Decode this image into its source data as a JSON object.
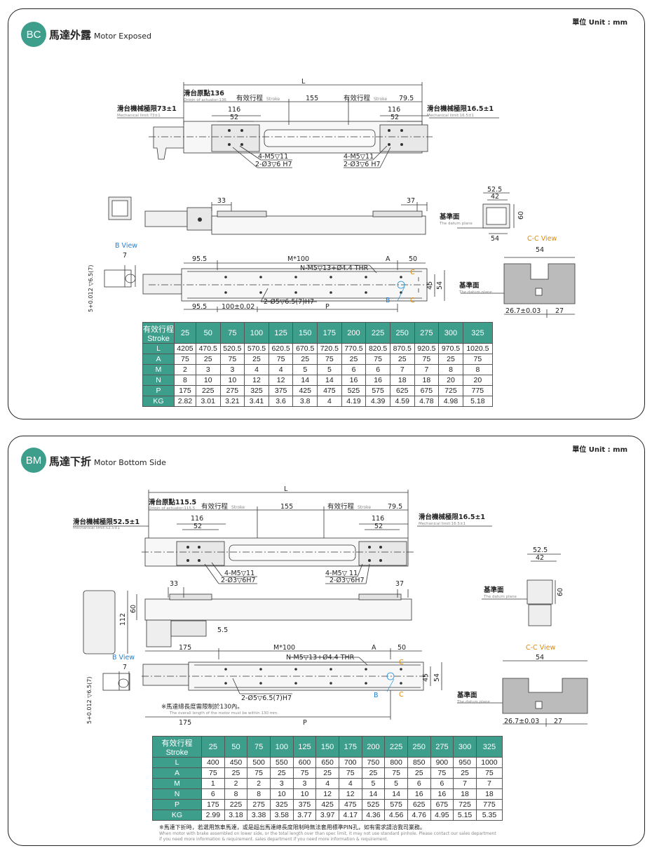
{
  "bc": {
    "badge": "BC",
    "title_zh": "馬達外露",
    "title_en": "Motor Exposed",
    "unit": "單位 Unit : mm",
    "labels": {
      "L": "L",
      "origin": "滑台原點136",
      "origin_en": "Origin of actuator:136",
      "stroke1": "有效行程",
      "stroke_en": "Stroke",
      "d155": "155",
      "stroke2": "有效行程",
      "d79_5": "79.5",
      "mech_left": "滑台機械極限73±1",
      "mech_left_en": "Mechanical limit:73±1",
      "mech_right": "滑台機械極限16.5±1",
      "mech_right_en": "Mechanical limit:16.5±1",
      "d116a": "116",
      "d52a": "52",
      "d116b": "116",
      "d52b": "52",
      "m5a": "4-M5▽11",
      "pina": "2-Ø3▽6 H7",
      "m5b": "4-M5▽11",
      "pinb": "2-Ø3▽6 H7",
      "d33": "33",
      "d37": "37",
      "d52_5": "52.5",
      "d42": "42",
      "d60": "60",
      "d54": "54",
      "datum": "基準面",
      "datum_en": "The datum plane",
      "bview": "B View",
      "d7": "7",
      "tol": "5+0.012 ▽6.5(7)",
      "d95_5a": "95.5",
      "m100": "M*100",
      "A": "A",
      "d50": "50",
      "nm5": "N-M5▽13+Ø4.4 THR",
      "C1": "C",
      "C2": "C",
      "B": "B",
      "d45": "45",
      "d54b": "54",
      "pin2": "2-Ø5▽6.5(7)H7",
      "d95_5b": "95.5",
      "d100": "100±0.02",
      "P": "P",
      "ccview": "C-C View",
      "cc54": "54",
      "datum2": "基準面",
      "datum2_en": "The datum plane",
      "d26_7": "26.7±0.03",
      "d27": "27"
    },
    "table": {
      "header_zh": "有效行程",
      "header_en": "Stroke",
      "strokes": [
        "25",
        "50",
        "75",
        "100",
        "125",
        "150",
        "175",
        "200",
        "225",
        "250",
        "275",
        "300",
        "325"
      ],
      "rows": [
        {
          "name": "L",
          "values": [
            "4205",
            "470.5",
            "520.5",
            "570.5",
            "620.5",
            "670.5",
            "720.5",
            "770.5",
            "820.5",
            "870.5",
            "920.5",
            "970.5",
            "1020.5"
          ]
        },
        {
          "name": "A",
          "values": [
            "75",
            "25",
            "75",
            "25",
            "75",
            "25",
            "75",
            "25",
            "75",
            "25",
            "75",
            "25",
            "75"
          ]
        },
        {
          "name": "M",
          "values": [
            "2",
            "3",
            "3",
            "4",
            "4",
            "5",
            "5",
            "6",
            "6",
            "7",
            "7",
            "8",
            "8"
          ]
        },
        {
          "name": "N",
          "values": [
            "8",
            "10",
            "10",
            "12",
            "12",
            "14",
            "14",
            "16",
            "16",
            "18",
            "18",
            "20",
            "20"
          ]
        },
        {
          "name": "P",
          "values": [
            "175",
            "225",
            "275",
            "325",
            "375",
            "425",
            "475",
            "525",
            "575",
            "625",
            "675",
            "725",
            "775"
          ]
        },
        {
          "name": "KG",
          "values": [
            "2.82",
            "3.01",
            "3.21",
            "3.41",
            "3.6",
            "3.8",
            "4",
            "4.19",
            "4.39",
            "4.59",
            "4.78",
            "4.98",
            "5.18"
          ]
        }
      ]
    }
  },
  "bm": {
    "badge": "BM",
    "title_zh": "馬達下折",
    "title_en": "Motor Bottom Side",
    "unit": "單位 Unit : mm",
    "labels": {
      "L": "L",
      "origin": "滑台原點115.5",
      "origin_en": "Origin of actuator:115.5",
      "stroke1": "有效行程",
      "stroke_en": "Stroke",
      "d155": "155",
      "stroke2": "有效行程",
      "d79_5": "79.5",
      "mech_left": "滑台機械極限52.5±1",
      "mech_left_en": "Mechanical limit:52.5±1",
      "mech_right": "滑台機械極限16.5±1",
      "mech_right_en": "Mechanical limit:16.5±1",
      "d116a": "116",
      "d52a": "52",
      "d116b": "116",
      "d52b": "52",
      "m5a": "4-M5▽11",
      "pina": "2-Ø3▽6H7",
      "m5b": "4-M5▽ 11",
      "pinb": "2-Ø3▽6H7",
      "d33": "33",
      "d37": "37",
      "d60a": "60",
      "d112": "112",
      "d5_5": "5.5",
      "d52_5": "52.5",
      "d42": "42",
      "d60b": "60",
      "datum": "基準面",
      "datum_en": "The datum plane",
      "bview": "B View",
      "d7": "7",
      "tol": "5+0.012 ▽6.5(7)",
      "d175a": "175",
      "m100": "M*100",
      "A": "A",
      "d50": "50",
      "nm5": "N-M5▽13+Ø4.4 THR",
      "C1": "C",
      "C2": "C",
      "B": "B",
      "d45": "45",
      "d54b": "54",
      "pin2": "2-Ø5▽6.5(7)H7",
      "note": "※馬達總長度需限制於130內。",
      "note_en": "The overall length of the motor must be within 130 mm.",
      "d175b": "175",
      "P": "P",
      "ccview": "C-C View",
      "cc54": "54",
      "datum2": "基準面",
      "datum2_en": "The datum plane",
      "d26_7": "26.7±0.03",
      "d27": "27"
    },
    "table": {
      "header_zh": "有效行程",
      "header_en": "Stroke",
      "strokes": [
        "25",
        "50",
        "75",
        "100",
        "125",
        "150",
        "175",
        "200",
        "225",
        "250",
        "275",
        "300",
        "325"
      ],
      "rows": [
        {
          "name": "L",
          "values": [
            "400",
            "450",
            "500",
            "550",
            "600",
            "650",
            "700",
            "750",
            "800",
            "850",
            "900",
            "950",
            "1000"
          ]
        },
        {
          "name": "A",
          "values": [
            "75",
            "25",
            "75",
            "25",
            "75",
            "25",
            "75",
            "25",
            "75",
            "25",
            "75",
            "25",
            "75"
          ]
        },
        {
          "name": "M",
          "values": [
            "1",
            "2",
            "2",
            "3",
            "3",
            "4",
            "4",
            "5",
            "5",
            "6",
            "6",
            "7",
            "7"
          ]
        },
        {
          "name": "N",
          "values": [
            "6",
            "8",
            "8",
            "10",
            "10",
            "12",
            "12",
            "14",
            "14",
            "16",
            "16",
            "18",
            "18"
          ]
        },
        {
          "name": "P",
          "values": [
            "175",
            "225",
            "275",
            "325",
            "375",
            "425",
            "475",
            "525",
            "575",
            "625",
            "675",
            "725",
            "775"
          ]
        },
        {
          "name": "KG",
          "values": [
            "2.99",
            "3.18",
            "3.38",
            "3.58",
            "3.77",
            "3.97",
            "4.17",
            "4.36",
            "4.56",
            "4.76",
            "4.95",
            "5.15",
            "5.35"
          ]
        }
      ]
    },
    "footnote": "※馬達下折時，若選用煞車馬達，或是超出馬達總長度限制時無法套用標準PIN孔，如有需求請洽我司業務。",
    "footnote_en1": "When motor with brake assembled on lower side, or the total length over than spec limit, it may not use standard pinhole. Please contact our sales department",
    "footnote_en2": "if you need more information & requirement. sales department if you need more information & requirement."
  }
}
